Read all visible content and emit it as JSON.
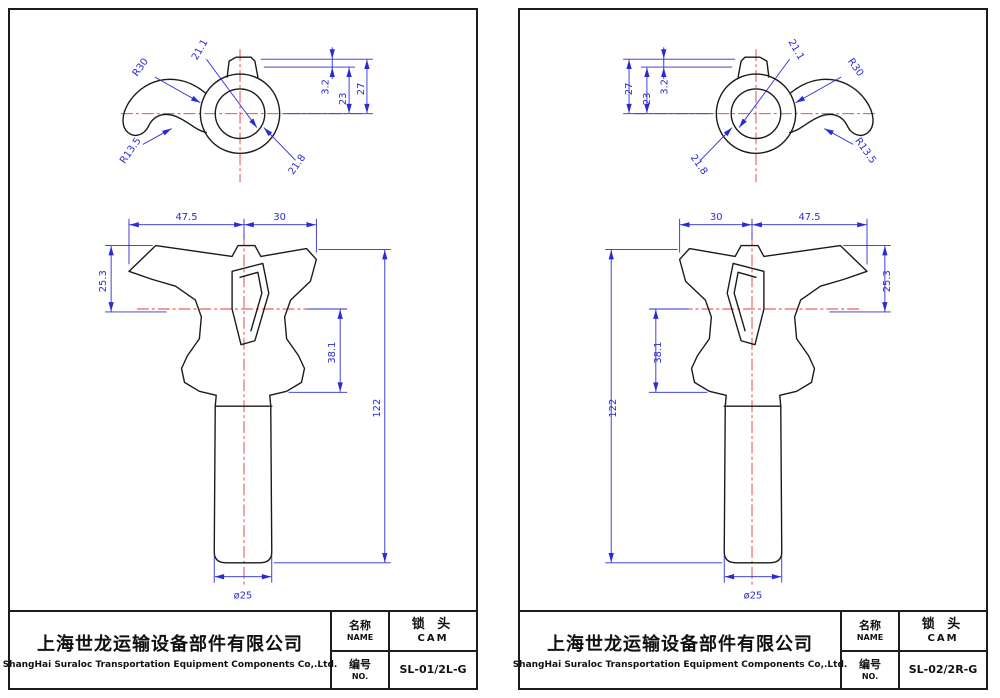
{
  "colors": {
    "line": "#1a1a1a",
    "dimension": "#2b2bd5",
    "centerline": "#e03a3a"
  },
  "dims": {
    "top_view": {
      "r30": "R30",
      "d21_1": "21.1",
      "d3_2": "3.2",
      "d23": "23",
      "d27": "27",
      "r13_5": "R13.5",
      "d21_8": "21.8"
    },
    "front_view": {
      "d47_5": "47.5",
      "d30": "30",
      "d25_3": "25.3",
      "d38_1": "38.1",
      "d122": "122",
      "dia25": "ø25"
    }
  },
  "title_block": {
    "company_cn": "上海世龙运输设备部件有限公司",
    "company_en": "ShangHai Suraloc Transportation Equipment Components Co,.Ltd.",
    "name_label_cn": "名称",
    "name_label_en": "NAME",
    "no_label_cn": "编号",
    "no_label_en": "NO.",
    "part_name_cn": "锁 头",
    "part_name_en": "CAM"
  },
  "panels": [
    {
      "variant": "left",
      "drawing_no": "SL-01/2L-G"
    },
    {
      "variant": "right",
      "drawing_no": "SL-02/2R-G"
    }
  ]
}
